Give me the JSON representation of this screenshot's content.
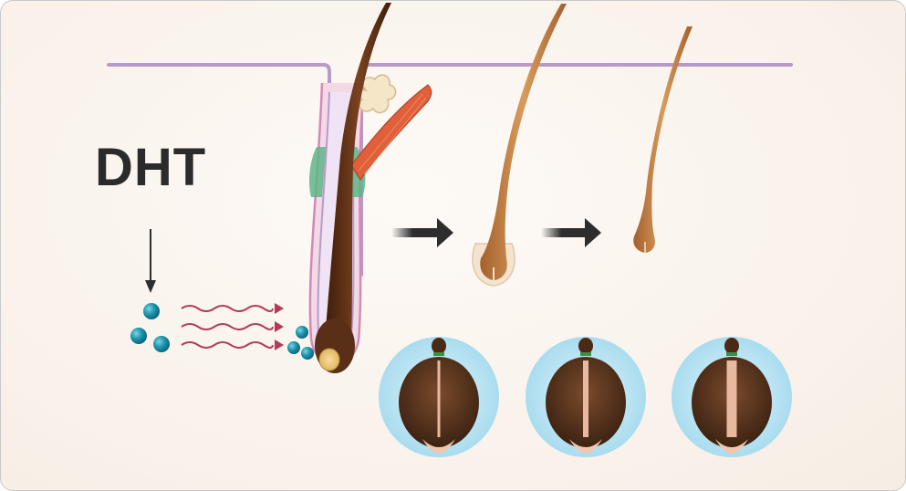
{
  "diagram": {
    "title_text": "DHT",
    "stages": [
      {
        "id": "stage-1",
        "part_width": 2
      },
      {
        "id": "stage-2",
        "part_width": 7
      },
      {
        "id": "stage-3",
        "part_width": 12
      }
    ],
    "colors": {
      "skin_line": "#b89ac8",
      "hair_dark": "#5a2f17",
      "hair_mid": "#c8894c",
      "molecule": "#1c94ad",
      "wave": "#b33a5a",
      "arrow": "#2d2d2d",
      "muscle": "#e0603a",
      "gland": "#f5e6c8",
      "circle_bg": "#bfe7f5"
    }
  }
}
